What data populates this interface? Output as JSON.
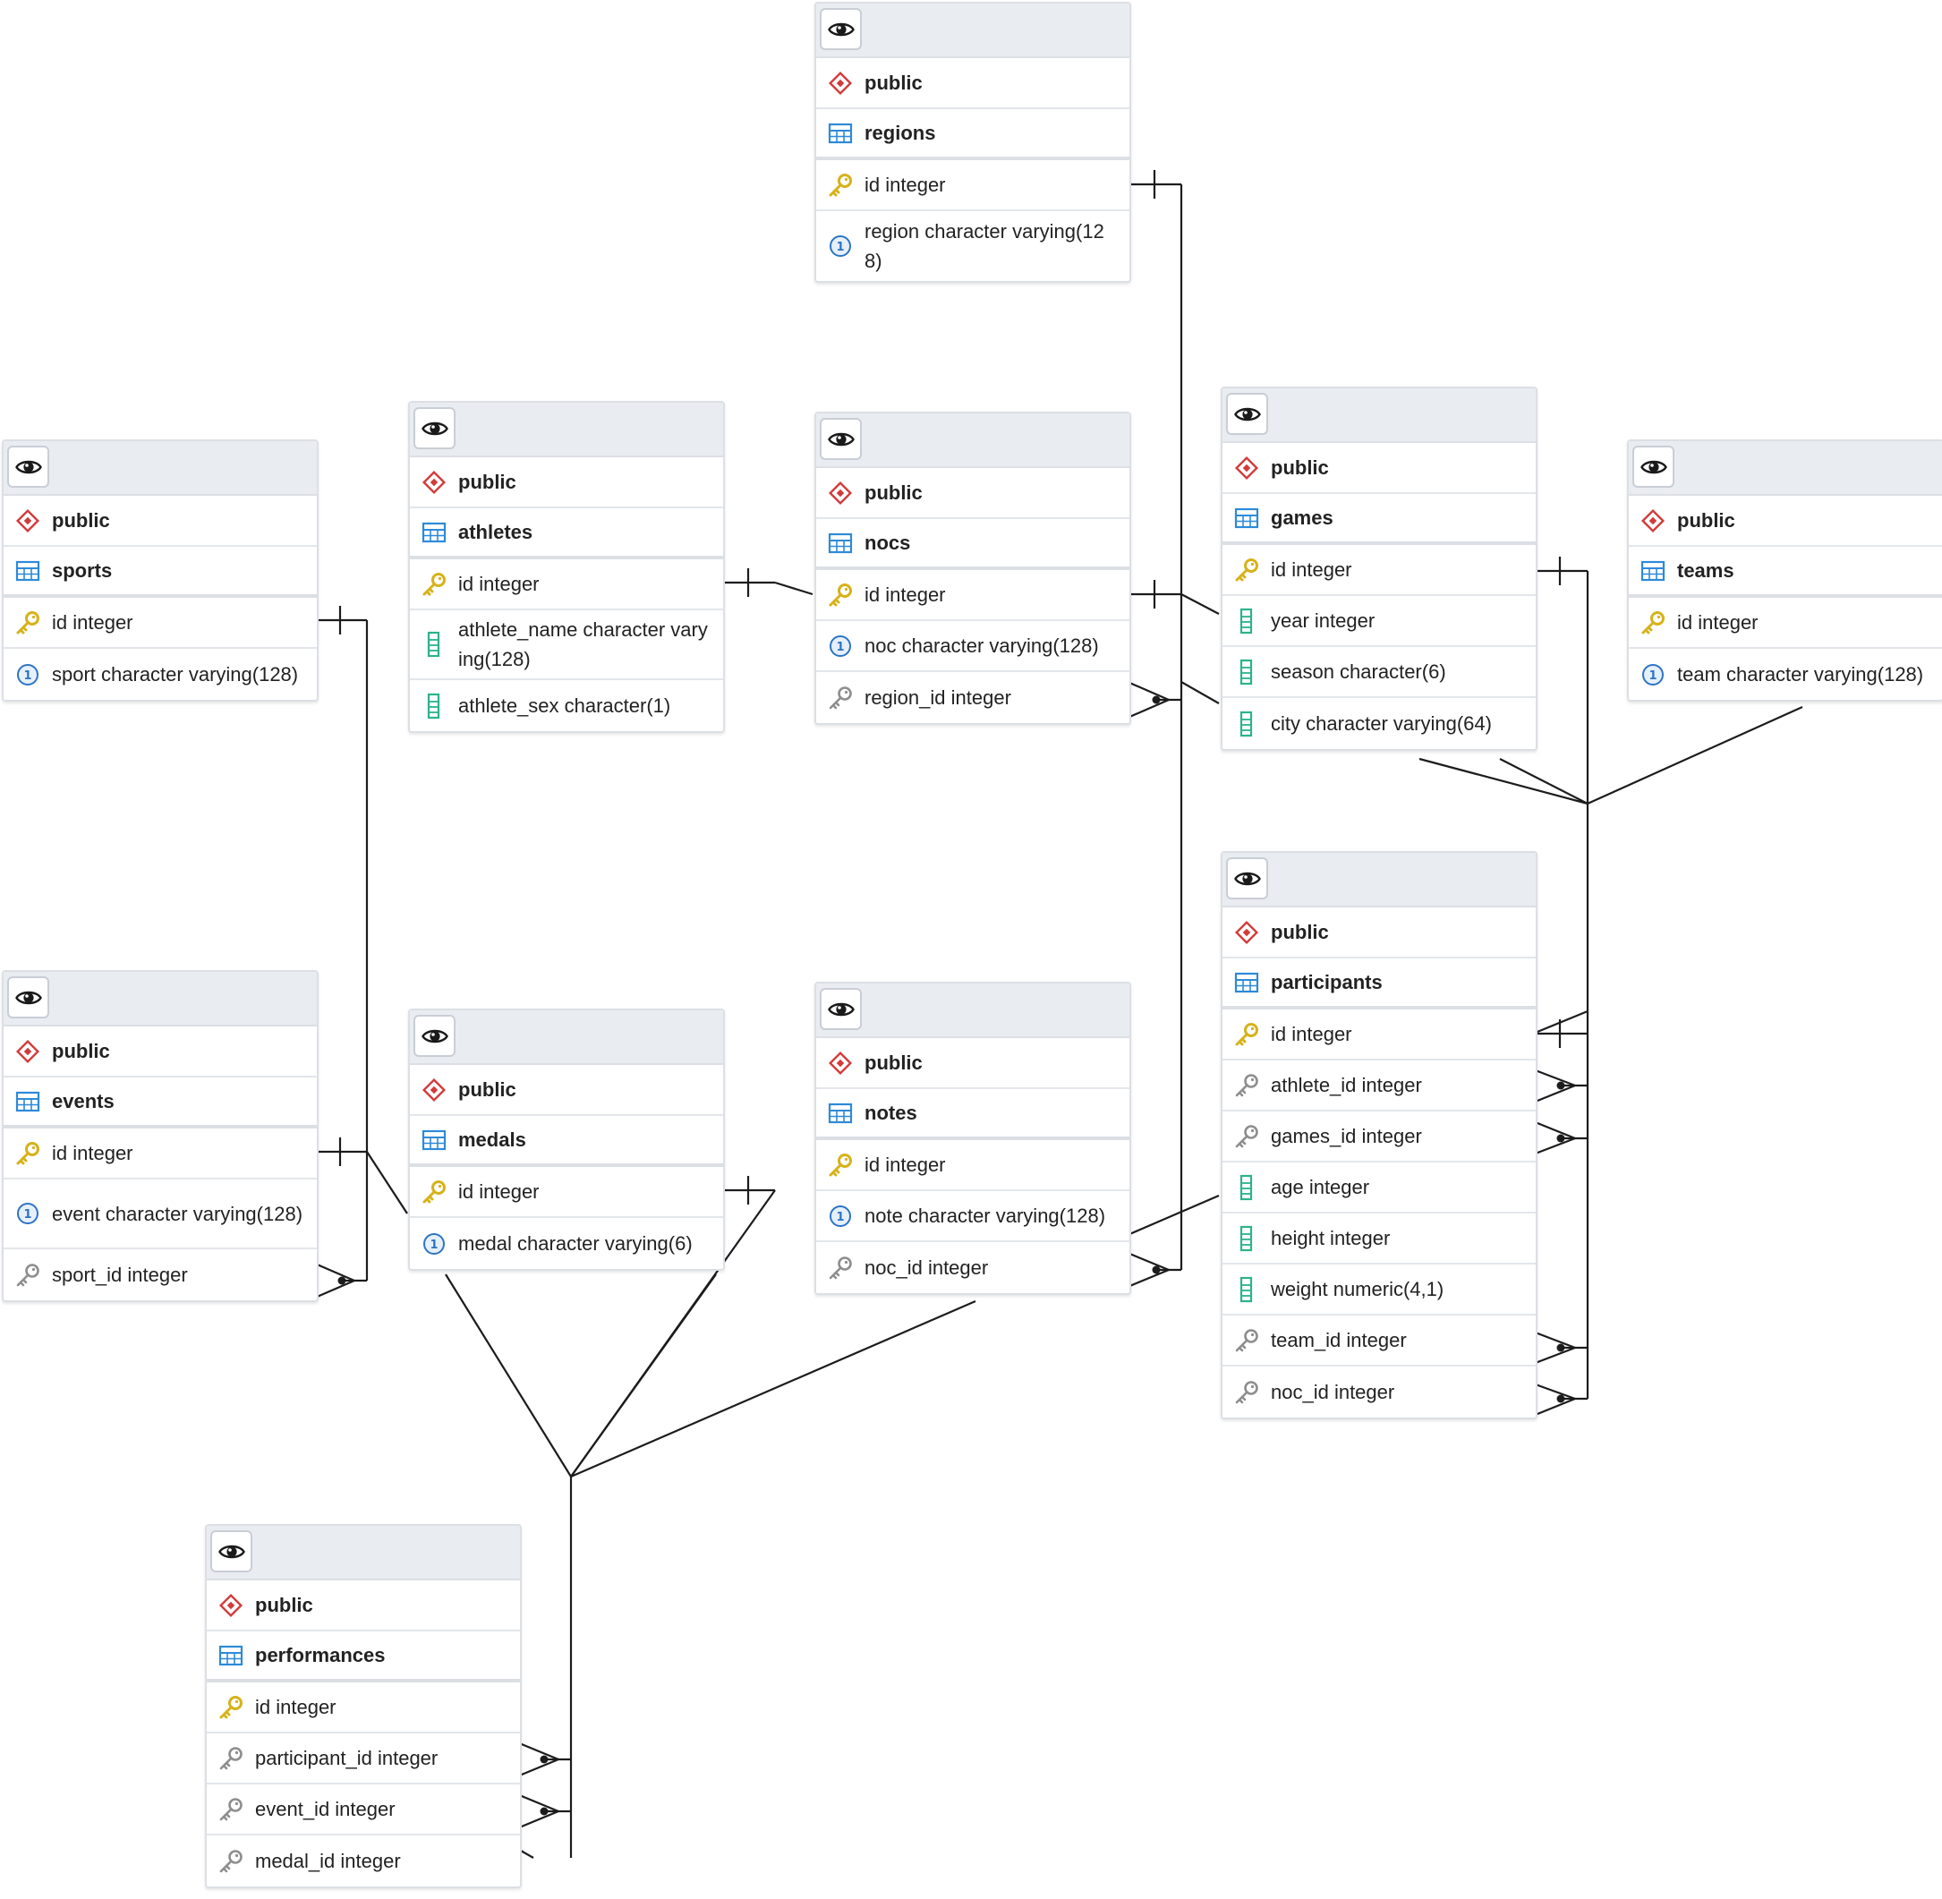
{
  "schema_label": "public",
  "tables": {
    "regions": {
      "name": "regions",
      "columns": [
        {
          "label": "id integer",
          "kind": "primary-key"
        },
        {
          "label": "region character varying(128)",
          "kind": "unique"
        }
      ]
    },
    "athletes": {
      "name": "athletes",
      "columns": [
        {
          "label": "id integer",
          "kind": "primary-key"
        },
        {
          "label": "athlete_name character varying(128)",
          "kind": "column"
        },
        {
          "label": "athlete_sex character(1)",
          "kind": "column"
        }
      ]
    },
    "nocs": {
      "name": "nocs",
      "columns": [
        {
          "label": "id integer",
          "kind": "primary-key"
        },
        {
          "label": "noc character varying(128)",
          "kind": "unique"
        },
        {
          "label": "region_id integer",
          "kind": "foreign-key"
        }
      ]
    },
    "games": {
      "name": "games",
      "columns": [
        {
          "label": "id integer",
          "kind": "primary-key"
        },
        {
          "label": "year integer",
          "kind": "column"
        },
        {
          "label": "season character(6)",
          "kind": "column"
        },
        {
          "label": "city character varying(64)",
          "kind": "column"
        }
      ]
    },
    "sports": {
      "name": "sports",
      "columns": [
        {
          "label": "id integer",
          "kind": "primary-key"
        },
        {
          "label": "sport character varying(128)",
          "kind": "unique"
        }
      ]
    },
    "teams": {
      "name": "teams",
      "columns": [
        {
          "label": "id integer",
          "kind": "primary-key"
        },
        {
          "label": "team character varying(128)",
          "kind": "unique"
        }
      ]
    },
    "participants": {
      "name": "participants",
      "columns": [
        {
          "label": "id integer",
          "kind": "primary-key"
        },
        {
          "label": "athlete_id integer",
          "kind": "foreign-key"
        },
        {
          "label": "games_id integer",
          "kind": "foreign-key"
        },
        {
          "label": "age integer",
          "kind": "column"
        },
        {
          "label": "height integer",
          "kind": "column"
        },
        {
          "label": "weight numeric(4,1)",
          "kind": "column"
        },
        {
          "label": "team_id integer",
          "kind": "foreign-key"
        },
        {
          "label": "noc_id integer",
          "kind": "foreign-key"
        }
      ]
    },
    "events": {
      "name": "events",
      "columns": [
        {
          "label": "id integer",
          "kind": "primary-key"
        },
        {
          "label": "event character varying(128)",
          "kind": "unique"
        },
        {
          "label": "sport_id integer",
          "kind": "foreign-key"
        }
      ]
    },
    "medals": {
      "name": "medals",
      "columns": [
        {
          "label": "id integer",
          "kind": "primary-key"
        },
        {
          "label": "medal character varying(6)",
          "kind": "unique"
        }
      ]
    },
    "notes": {
      "name": "notes",
      "columns": [
        {
          "label": "id integer",
          "kind": "primary-key"
        },
        {
          "label": "note character varying(128)",
          "kind": "unique"
        },
        {
          "label": "noc_id integer",
          "kind": "foreign-key"
        }
      ]
    },
    "performances": {
      "name": "performances",
      "columns": [
        {
          "label": "id integer",
          "kind": "primary-key"
        },
        {
          "label": "participant_id integer",
          "kind": "foreign-key"
        },
        {
          "label": "event_id integer",
          "kind": "foreign-key"
        },
        {
          "label": "medal_id integer",
          "kind": "foreign-key"
        }
      ]
    }
  },
  "relationships": [
    {
      "from": "nocs.region_id",
      "to": "regions.id"
    },
    {
      "from": "notes.noc_id",
      "to": "nocs.id"
    },
    {
      "from": "participants.athlete_id",
      "to": "athletes.id"
    },
    {
      "from": "participants.games_id",
      "to": "games.id"
    },
    {
      "from": "participants.team_id",
      "to": "teams.id"
    },
    {
      "from": "participants.noc_id",
      "to": "nocs.id"
    },
    {
      "from": "events.sport_id",
      "to": "sports.id"
    },
    {
      "from": "performances.participant_id",
      "to": "participants.id"
    },
    {
      "from": "performances.event_id",
      "to": "events.id"
    },
    {
      "from": "performances.medal_id",
      "to": "medals.id"
    }
  ]
}
